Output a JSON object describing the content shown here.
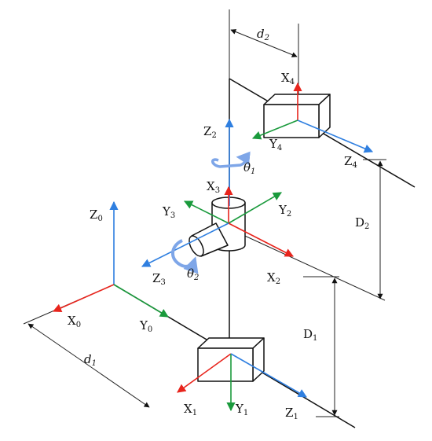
{
  "colors": {
    "x_axis": "#e8241c",
    "y_axis": "#1a9a3c",
    "z_axis": "#2f7fe0",
    "line": "#111111",
    "rotation_arrow": "#7ea6e8"
  },
  "frames": {
    "frame0": {
      "z": "Z",
      "z_sub": "0",
      "x": "X",
      "x_sub": "0",
      "y": "Y",
      "y_sub": "0"
    },
    "frame1": {
      "z": "Z",
      "z_sub": "1",
      "x": "X",
      "x_sub": "1",
      "y": "Y",
      "y_sub": "1"
    },
    "frame2": {
      "z": "Z",
      "z_sub": "2",
      "x": "X",
      "x_sub": "2",
      "y": "Y",
      "y_sub": "2"
    },
    "frame3": {
      "z": "Z",
      "z_sub": "3",
      "x": "X",
      "x_sub": "3",
      "y": "Y",
      "y_sub": "3"
    },
    "frame4": {
      "z": "Z",
      "z_sub": "4",
      "x": "X",
      "x_sub": "4",
      "y": "Y",
      "y_sub": "4"
    }
  },
  "dimensions": {
    "d1": {
      "sym": "d",
      "sub": "1"
    },
    "d2": {
      "sym": "d",
      "sub": "2"
    },
    "D1": {
      "sym": "D",
      "sub": "1"
    },
    "D2": {
      "sym": "D",
      "sub": "2"
    }
  },
  "angles": {
    "theta1": {
      "sym": "θ",
      "sub": "1"
    },
    "theta2": {
      "sym": "θ",
      "sub": "2"
    }
  }
}
